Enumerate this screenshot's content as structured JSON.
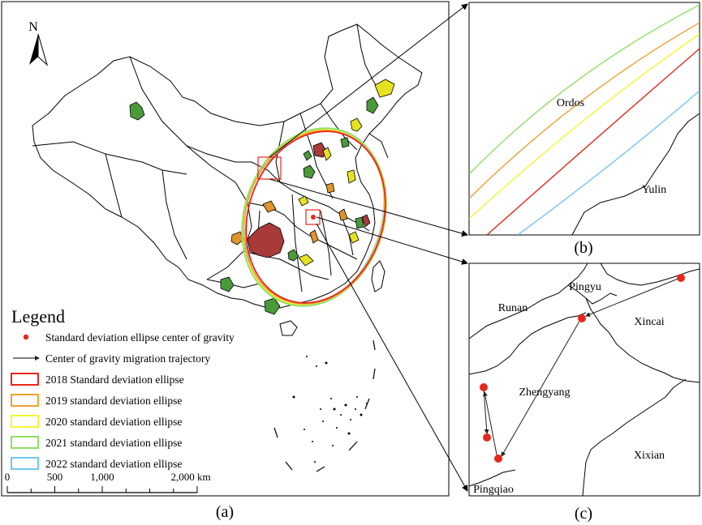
{
  "panels": {
    "a": {
      "caption": "(a)"
    },
    "b": {
      "caption": "(b)"
    },
    "c": {
      "caption": "(c)"
    }
  },
  "north_arrow": {
    "letter": "N"
  },
  "legend": {
    "title": "Legend",
    "items": [
      {
        "label": "Standard deviation ellipse center of gravity",
        "color": "#e8261c",
        "kind": "dot"
      },
      {
        "label": "Center of gravity migration trajectory",
        "color": "#000000",
        "kind": "arrow"
      },
      {
        "label": "2018 Standard deviation ellipse",
        "color": "#e8261c",
        "kind": "rect"
      },
      {
        "label": "2019 standard deviation ellipse",
        "color": "#f0a030",
        "kind": "rect"
      },
      {
        "label": "2020 standard deviation ellipse",
        "color": "#f5f532",
        "kind": "rect"
      },
      {
        "label": "2021 standard deviation ellipse",
        "color": "#90e060",
        "kind": "rect"
      },
      {
        "label": "2022 standard deviation ellipse",
        "color": "#70c8f0",
        "kind": "rect"
      }
    ]
  },
  "scale_bar": {
    "ticks": [
      "0",
      "500",
      "1,000",
      "2,000 km"
    ]
  },
  "zoom_b": {
    "places": [
      "Ordos",
      "Yulin"
    ]
  },
  "zoom_c": {
    "places": [
      "Pingyu",
      "Runan",
      "Xincai",
      "Zhengyang",
      "Xixian",
      "Pingqiao"
    ]
  },
  "colors": {
    "dark_red": "#a83a3a",
    "green": "#4a9a3a",
    "yellow": "#e6e220",
    "orange": "#e0952a"
  }
}
